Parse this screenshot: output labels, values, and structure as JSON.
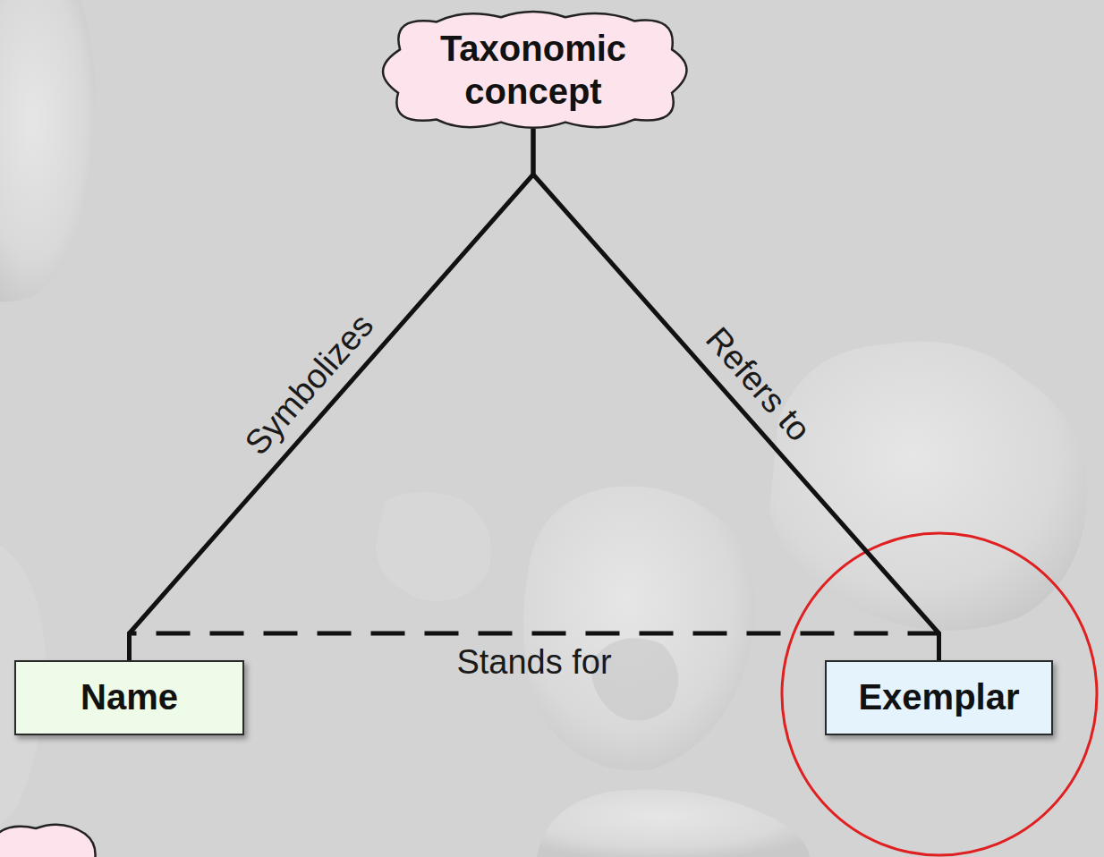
{
  "diagram": {
    "nodes": [
      {
        "text": [
          "Taxonomic concept"
        ]
      },
      {
        "text": [
          "Name"
        ]
      },
      {
        "text": [
          "Exemplar"
        ]
      }
    ],
    "edges": [
      {
        "from": 1,
        "to": 0,
        "label": "Symbolizes",
        "arrow": "none"
      },
      {
        "from": 0,
        "to": 2,
        "label": "Refers to",
        "arrow": "none"
      },
      {
        "from": 1,
        "to": 2,
        "label": "Stands for",
        "arrow": "none"
      }
    ]
  }
}
